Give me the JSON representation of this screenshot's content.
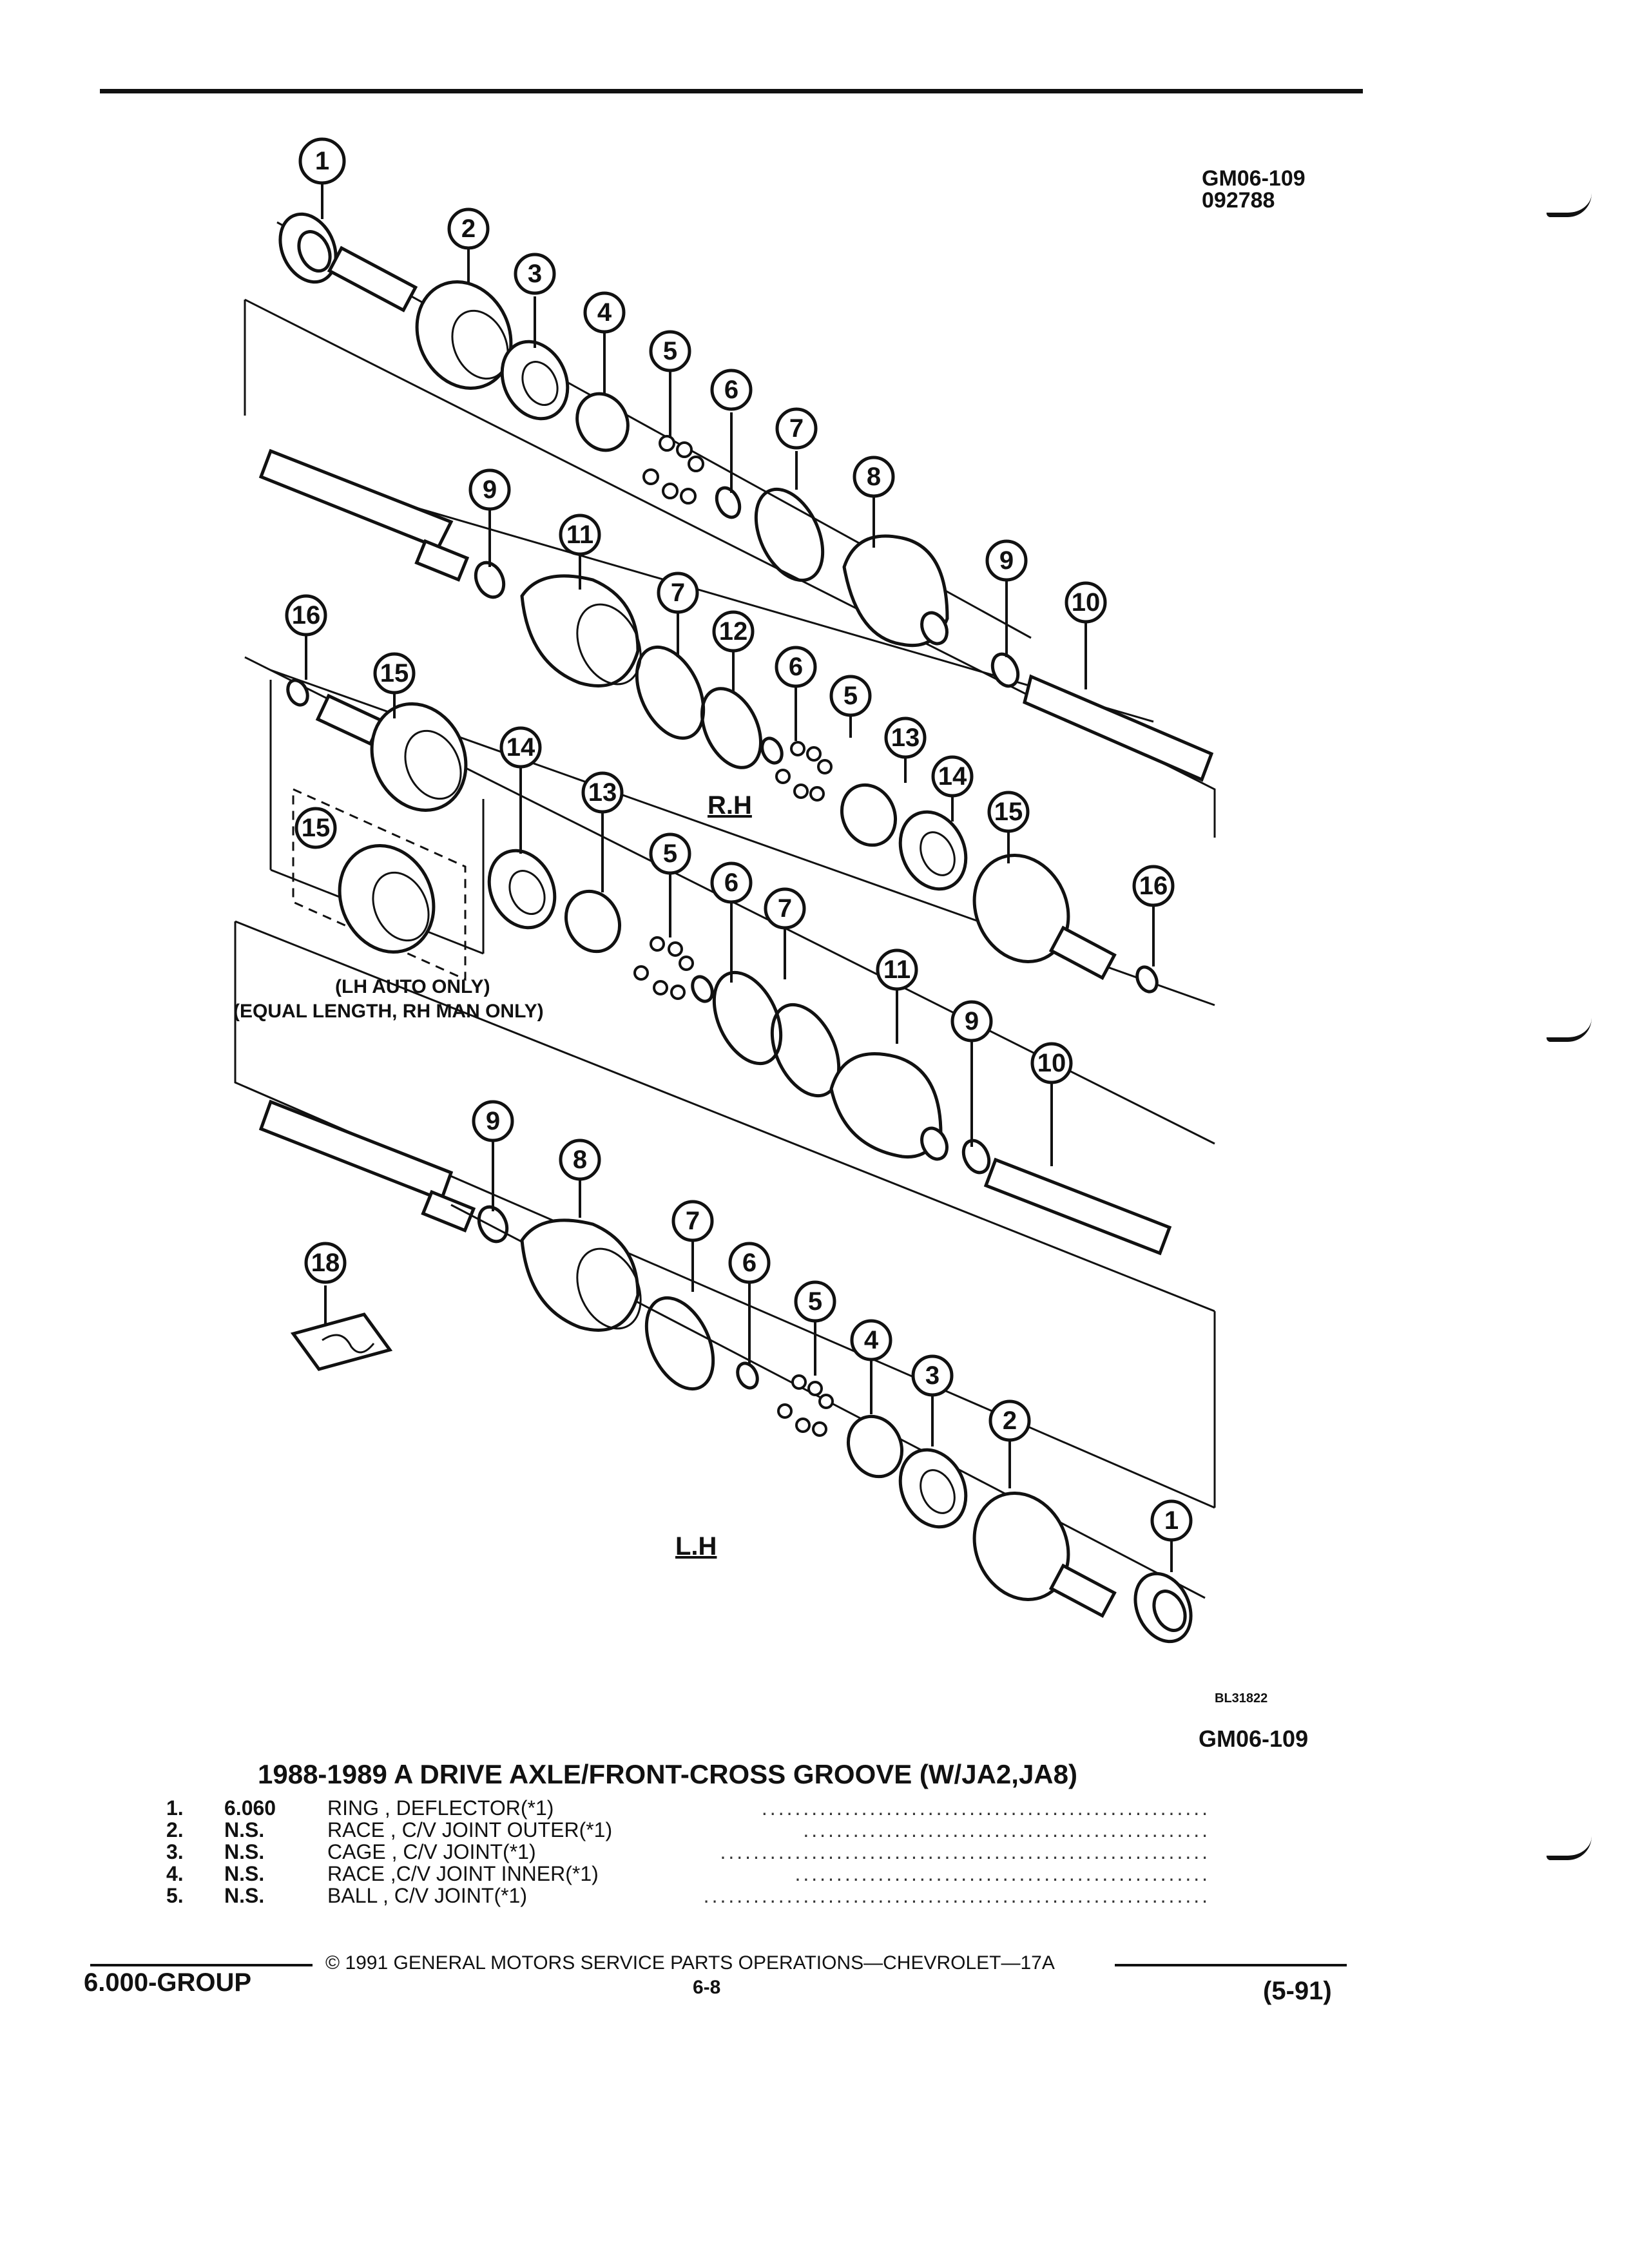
{
  "figure": {
    "ref_code": "GM06-109",
    "ref_date": "092788",
    "bottom_code": "GM06-109",
    "illustration_id": "BL31822",
    "label_rh": "R.H",
    "label_lh": "L.H",
    "note_line1": "(LH AUTO ONLY)",
    "note_line2": "(EQUAL LENGTH, RH MAN ONLY)"
  },
  "parts_list": {
    "title": "1988-1989 A DRIVE AXLE/FRONT-CROSS GROOVE (W/JA2,JA8)",
    "items": [
      {
        "num": "1.",
        "code": "6.060",
        "desc": "RING , DEFLECTOR(*1)"
      },
      {
        "num": "2.",
        "code": "N.S.",
        "desc": "RACE , C/V JOINT OUTER(*1)"
      },
      {
        "num": "3.",
        "code": "N.S.",
        "desc": "CAGE , C/V JOINT(*1)"
      },
      {
        "num": "4.",
        "code": "N.S.",
        "desc": "RACE ,C/V JOINT INNER(*1)"
      },
      {
        "num": "5.",
        "code": "N.S.",
        "desc": "BALL , C/V JOINT(*1)"
      }
    ]
  },
  "footer": {
    "group": "6.000-GROUP",
    "copyright": "© 1991 GENERAL MOTORS SERVICE PARTS OPERATIONS—CHEVROLET—17A",
    "page": "6-8",
    "revision": "(5-91)"
  },
  "callouts": [
    "1",
    "2",
    "3",
    "4",
    "5",
    "6",
    "7",
    "8",
    "9",
    "10",
    "11",
    "12",
    "13",
    "14",
    "15",
    "16",
    "18"
  ]
}
